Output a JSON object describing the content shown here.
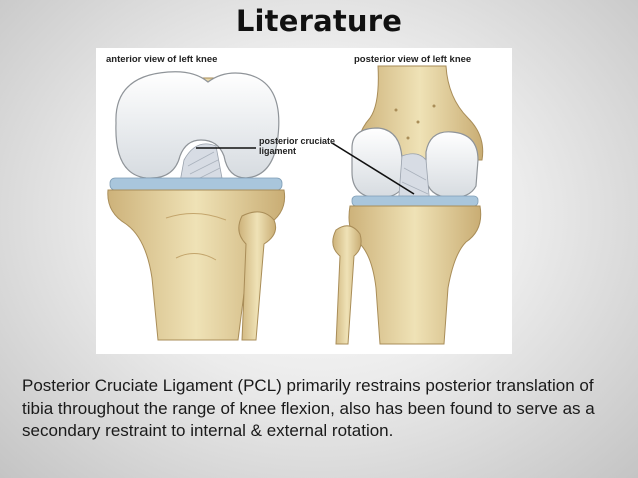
{
  "slide": {
    "title": "Literature",
    "figure": {
      "anterior_label": "anterior view of left knee",
      "posterior_label": "posterior view of left knee",
      "callout_line1": "posterior cruciate",
      "callout_line2": "ligament"
    },
    "caption": "Posterior Cruciate Ligament (PCL) primarily restrains posterior translation of tibia throughout the range of knee flexion, also has been found to serve as a secondary restraint to internal & external rotation."
  },
  "colors": {
    "bone": "#e8d9a8",
    "cartilage": "#eef1f3",
    "meniscus": "#a9c6dc",
    "ligament": "#d9dee6"
  }
}
